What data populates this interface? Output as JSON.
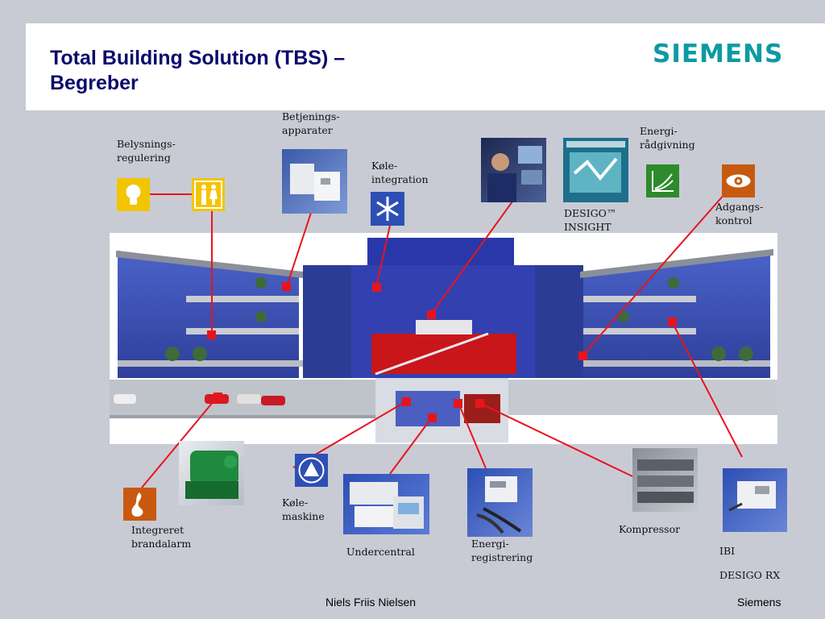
{
  "slide": {
    "title_line1": "Total Building Solution (TBS) –",
    "title_line2": "Begreber",
    "logo_text": "SIEMENS"
  },
  "labels": {
    "belysning": [
      "Belysnings-",
      "regulering"
    ],
    "betjening": [
      "Betjenings-",
      "apparater"
    ],
    "koele_integration": [
      "Køle-",
      "integration"
    ],
    "energi_raadgivning": [
      "Energi-",
      "rådgivning"
    ],
    "desigo_insight": [
      "DESIGO™",
      "INSIGHT"
    ],
    "adgangskontrol": [
      "Adgangs-",
      "kontrol"
    ],
    "brandalarm": [
      "Integreret",
      "brandalarm"
    ],
    "koele_maskine": [
      "Køle-",
      "maskine"
    ],
    "undercentral": "Undercentral",
    "energi_registrering": [
      "Energi-",
      "registrering"
    ],
    "kompressor": "Kompressor",
    "ibi": "IBI",
    "desigo_rx": "DESIGO RX"
  },
  "footer": {
    "author": "Niels Friis Nielsen",
    "company": "Siemens"
  },
  "colors": {
    "background": "#c8cbd4",
    "title": "#0a0a6e",
    "logo": "#0d9aa4",
    "connector": "#e8141d"
  },
  "icons": {
    "belysning": "light-bulb-icon",
    "persons": "persons-icon",
    "koele_integration": "snowflake-icon",
    "energi_raadgivning": "energy-curve-icon",
    "adgangskontrol": "eye-icon",
    "brandalarm": "flame-icon",
    "koele_maskine": "triangle-warning-icon"
  }
}
